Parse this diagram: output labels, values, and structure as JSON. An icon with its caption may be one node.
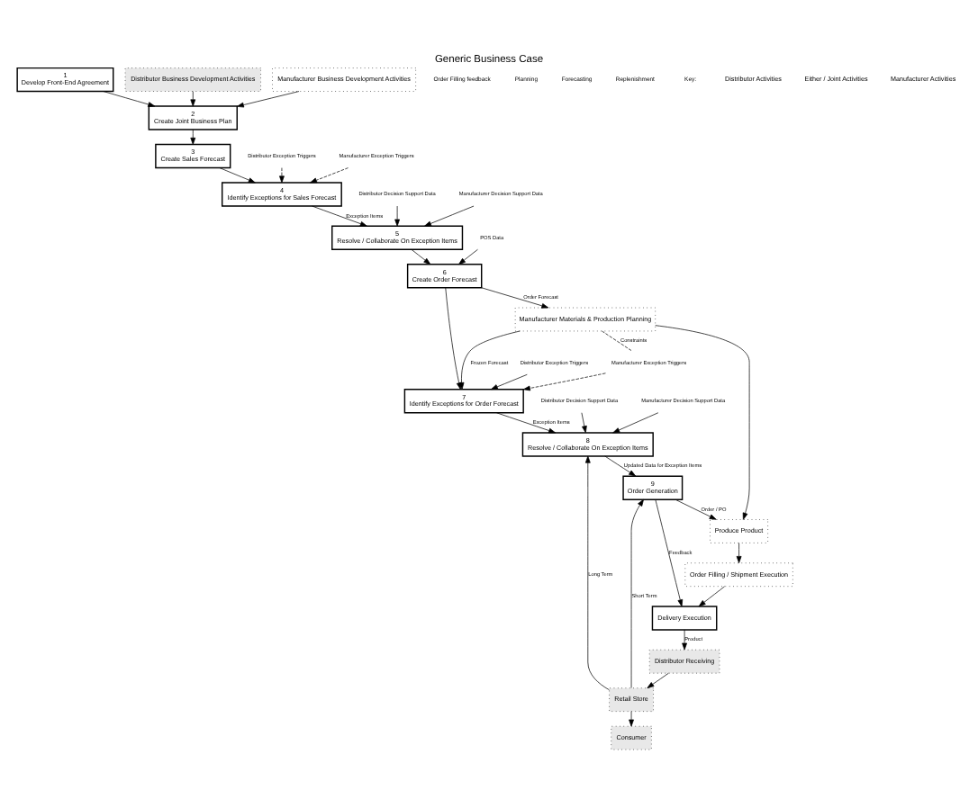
{
  "diagram": {
    "title": "Generic Business Case",
    "nodes": [
      {
        "text": [
          "1",
          "Develop Front-End Agreement"
        ]
      },
      {
        "text": [
          "2",
          "Create Joint Business Plan"
        ]
      },
      {
        "text": [
          "3",
          "Create Sales Forecast"
        ]
      },
      {
        "text": [
          "4",
          "Identify Exceptions for Sales Forecast"
        ]
      },
      {
        "text": [
          "5",
          "Resolve / Collaborate On Exception Items"
        ]
      },
      {
        "text": [
          "6",
          "Create Order Forecast"
        ]
      },
      {
        "text": [
          "7",
          "Identify Exceptions for Order Forecast"
        ]
      },
      {
        "text": [
          "8",
          "Resolve / Collaborate On Exception Items"
        ]
      },
      {
        "text": [
          "9",
          "Order Generation"
        ]
      },
      {
        "text": [
          "Delivery Execution"
        ]
      },
      {
        "text": [
          "Distributor Business Development Activities"
        ]
      },
      {
        "text": [
          "Manufacturer Business Development Activities"
        ]
      },
      {
        "text": [
          "Manufacturer Materials & Production Planning"
        ]
      },
      {
        "text": [
          "Produce Product"
        ]
      },
      {
        "text": [
          "Order Filling / Shipment Execution"
        ]
      },
      {
        "text": [
          "Consumer"
        ]
      },
      {
        "text": [
          "Retail Store"
        ]
      },
      {
        "text": [
          "Distributor Receiving"
        ]
      },
      {
        "text": [
          "Distributor Exception Triggers"
        ]
      },
      {
        "text": [
          "Manufacturer Exception Triggers"
        ]
      },
      {
        "text": [
          "Distributor Decision Support Data"
        ]
      },
      {
        "text": [
          "Manufacturer Decision Support Data"
        ]
      },
      {
        "text": [
          "POS Data"
        ]
      },
      {
        "text": [
          "Distributor Exception Triggers"
        ]
      },
      {
        "text": [
          "Manufacturer Exception Triggers"
        ]
      },
      {
        "text": [
          "Distributor Decision Support Data"
        ]
      },
      {
        "text": [
          "Manufacturer Decision Support Data"
        ]
      }
    ],
    "edges": [
      {
        "from": 0,
        "to": 1,
        "arrow": "to"
      },
      {
        "from": 1,
        "to": 2,
        "arrow": "to"
      },
      {
        "from": 2,
        "to": 3,
        "arrow": "to"
      },
      {
        "from": 3,
        "to": 4,
        "arrow": "to",
        "label": "Exception Items"
      },
      {
        "from": 4,
        "to": 5,
        "arrow": "to"
      },
      {
        "from": 5,
        "to": 6,
        "arrow": "to"
      },
      {
        "from": 6,
        "to": 7,
        "arrow": "to",
        "label": "Exception Items"
      },
      {
        "from": 7,
        "to": 8,
        "arrow": "to",
        "label": "Updated Data for Exception Items"
      },
      {
        "from": 8,
        "to": 9,
        "arrow": "to",
        "label": "Feedback"
      },
      {
        "from": 10,
        "to": 1,
        "arrow": "to"
      },
      {
        "from": 11,
        "to": 1,
        "arrow": "to"
      },
      {
        "from": 18,
        "to": 3,
        "arrow": "to",
        "style": "dashed"
      },
      {
        "from": 19,
        "to": 3,
        "arrow": "to",
        "style": "dashed"
      },
      {
        "from": 20,
        "to": 4,
        "arrow": "to"
      },
      {
        "from": 21,
        "to": 4,
        "arrow": "to"
      },
      {
        "from": 22,
        "to": 5,
        "arrow": "to"
      },
      {
        "from": 23,
        "to": 6,
        "arrow": "to"
      },
      {
        "from": 24,
        "to": 6,
        "arrow": "to",
        "style": "dashed"
      },
      {
        "from": 25,
        "to": 7,
        "arrow": "to"
      },
      {
        "from": 26,
        "to": 7,
        "arrow": "to"
      },
      {
        "from": 5,
        "to": 12,
        "arrow": "to",
        "label": "Order Forecast"
      },
      {
        "from": 12,
        "to": 6,
        "arrow": "to",
        "label": "Frozen Forecast"
      },
      {
        "from": 12,
        "to": 24,
        "arrow": "none",
        "label": "Constraints",
        "style": "dashed"
      },
      {
        "from": 16,
        "to": 7,
        "arrow": "to",
        "label": "Long Term"
      },
      {
        "from": 16,
        "to": 8,
        "arrow": "to",
        "label": "Short Term"
      },
      {
        "from": 8,
        "to": 13,
        "arrow": "to",
        "label": "Order / PO"
      },
      {
        "from": 12,
        "to": 13,
        "arrow": "to"
      },
      {
        "from": 13,
        "to": 14,
        "arrow": "to"
      },
      {
        "from": 14,
        "to": 9,
        "arrow": "to"
      },
      {
        "from": 9,
        "to": 17,
        "arrow": "to",
        "label": "Product"
      },
      {
        "from": 17,
        "to": 16,
        "arrow": "to"
      },
      {
        "from": 16,
        "to": 15,
        "arrow": "to"
      }
    ],
    "labels": [
      "Order Filling feedback",
      "Planning",
      "Forecasting",
      "Replenishment",
      "Key:"
    ],
    "legend": [
      {
        "text": "Distributor Activities"
      },
      {
        "text": "Either / Joint Activities"
      },
      {
        "text": "Manufacturer Activities"
      }
    ]
  }
}
